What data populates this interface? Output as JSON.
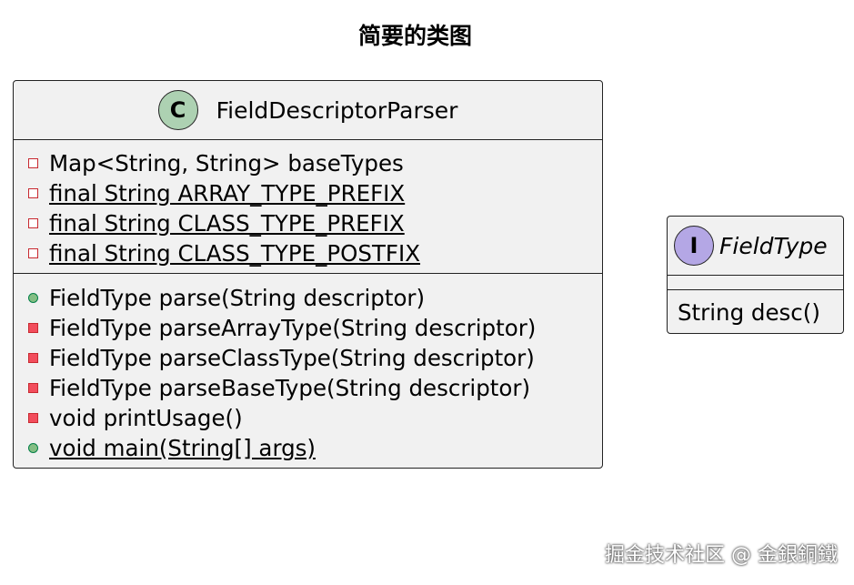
{
  "title": "简要的类图",
  "class": {
    "stereotype": "C",
    "name": "FieldDescriptorParser",
    "fields": [
      {
        "visibility": "private",
        "text": "Map<String, String> baseTypes",
        "static": false
      },
      {
        "visibility": "private",
        "text": "final String ARRAY_TYPE_PREFIX",
        "static": true
      },
      {
        "visibility": "private",
        "text": "final String CLASS_TYPE_PREFIX",
        "static": true
      },
      {
        "visibility": "private",
        "text": "final String CLASS_TYPE_POSTFIX",
        "static": true
      }
    ],
    "methods": [
      {
        "visibility": "public",
        "text": "FieldType parse(String descriptor)",
        "static": false
      },
      {
        "visibility": "private",
        "text": "FieldType parseArrayType(String descriptor)",
        "static": false
      },
      {
        "visibility": "private",
        "text": "FieldType parseClassType(String descriptor)",
        "static": false
      },
      {
        "visibility": "private",
        "text": "FieldType parseBaseType(String descriptor)",
        "static": false
      },
      {
        "visibility": "private",
        "text": "void printUsage()",
        "static": false
      },
      {
        "visibility": "public",
        "text": "void main(String[] args)",
        "static": true
      }
    ]
  },
  "interface": {
    "stereotype": "I",
    "name": "FieldType",
    "methods": [
      "String desc()"
    ]
  },
  "watermark": "掘金技术社区 @ 金銀銅鐵",
  "colors": {
    "box_fill": "#f1f1f1",
    "class_badge": "#add1b2",
    "interface_badge": "#b4a7e5",
    "private_marker": "#c82930",
    "public_marker": "#038048"
  }
}
